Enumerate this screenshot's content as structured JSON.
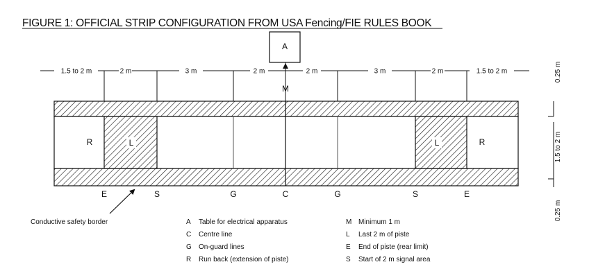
{
  "title": "FIGURE 1: OFFICIAL STRIP CONFIGURATION FROM USA Fencing/FIE RULES BOOK",
  "table_label": "A",
  "minimum_label": "M",
  "dimensions": {
    "outer_left": "1.5 to 2 m",
    "zone_2m_left_1": "2 m",
    "zone_3m_left": "3 m",
    "zone_2m_left_2": "2 m",
    "zone_2m_right_1": "2 m",
    "zone_3m_right": "3 m",
    "zone_2m_right_2": "2 m",
    "outer_right": "1.5 to 2 m"
  },
  "vertical_dimensions": {
    "top_margin": "0.25 m",
    "piste_width": "1.5 to 2 m",
    "bottom_margin": "0.25 m"
  },
  "zone_labels": {
    "run_back_left": "R",
    "last_2m_left": "L",
    "last_2m_right": "L",
    "run_back_right": "R"
  },
  "line_labels": [
    "E",
    "S",
    "G",
    "C",
    "G",
    "S",
    "E"
  ],
  "safety_border_label": "Conductive safety border",
  "legend": {
    "left": [
      {
        "key": "A",
        "text": "Table for electrical apparatus"
      },
      {
        "key": "C",
        "text": "Centre line"
      },
      {
        "key": "G",
        "text": "On-guard lines"
      },
      {
        "key": "R",
        "text": "Run back (extension of piste)"
      }
    ],
    "right": [
      {
        "key": "M",
        "text": "Minimum 1 m"
      },
      {
        "key": "L",
        "text": "Last 2 m of piste"
      },
      {
        "key": "E",
        "text": "End of piste (rear limit)"
      },
      {
        "key": "S",
        "text": "Start of 2 m signal area"
      }
    ]
  }
}
